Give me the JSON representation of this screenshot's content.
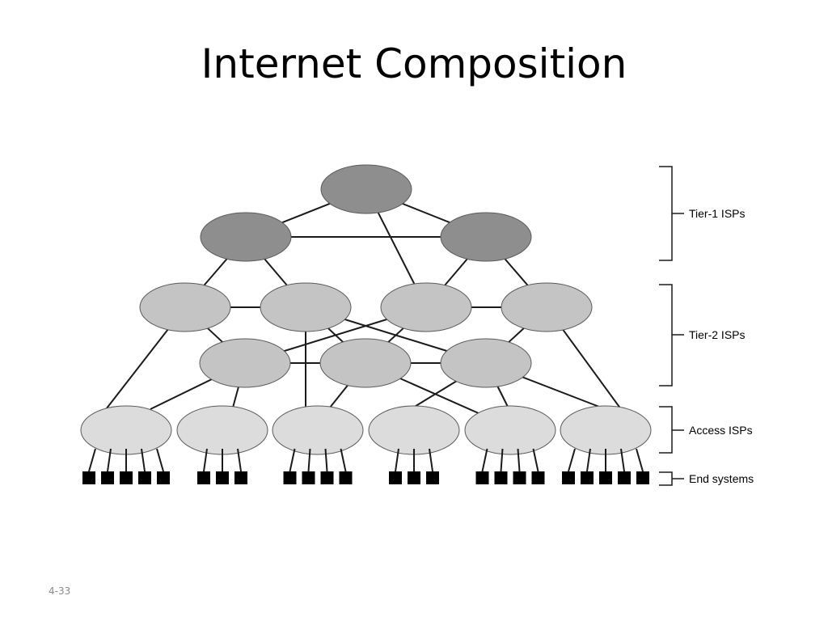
{
  "slide": {
    "title": "Internet Composition",
    "number": "4-33"
  },
  "diagram": {
    "tiers": [
      {
        "id": "tier1",
        "label": "Tier-1 ISPs",
        "color": "#8e8e8e"
      },
      {
        "id": "tier2",
        "label": "Tier-2 ISPs",
        "color": "#c4c4c4"
      },
      {
        "id": "access",
        "label": "Access ISPs",
        "color": "#dcdcdc"
      },
      {
        "id": "end",
        "label": "End systems",
        "color": "#000000"
      }
    ],
    "tier1_count": 3,
    "tier2_count": 7,
    "access_count": 6,
    "end_systems_per_access": [
      5,
      3,
      4,
      3,
      4,
      5
    ]
  }
}
